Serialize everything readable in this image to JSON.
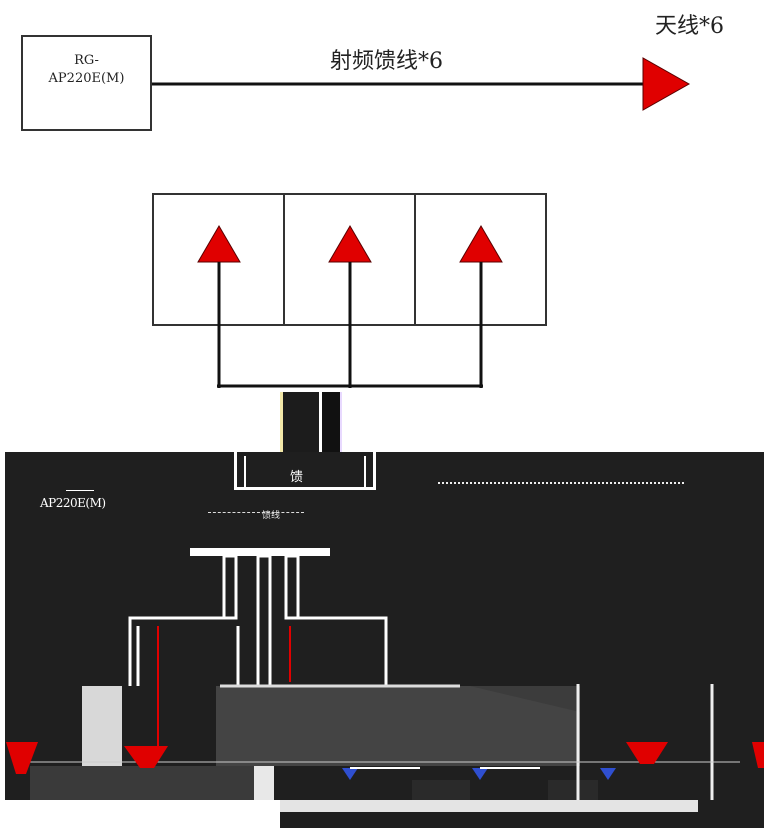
{
  "top": {
    "device_label_line1": "RG-",
    "device_label_line2": "AP220E(M)",
    "cable_label": "射频馈线*6",
    "antenna_label": "天线*6"
  },
  "lower": {
    "device_label": "AP220E(M)",
    "box_label": "馈",
    "small_caption": "馈线"
  },
  "colors": {
    "background": "#ffffff",
    "line": "#111111",
    "antenna": "#e00000",
    "dark_panel": "#1f1f1f",
    "mid_panel": "#3c3c3c",
    "light_panel": "#d8d8d8"
  }
}
